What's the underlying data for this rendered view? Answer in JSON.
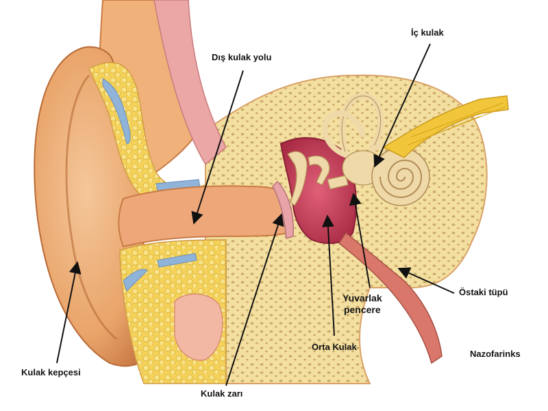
{
  "labels": {
    "dis_kulak_yolu": "Dış kulak yolu",
    "ic_kulak": "İç kulak",
    "ostaki_tupu": "Östaki tüpü",
    "nazofarinks": "Nazofarinks",
    "yuvarlak_pencere_line1": "Yuvarlak",
    "yuvarlak_pencere_line2": "pencere",
    "orta_kulak": "Orta Kulak",
    "kulak_zari": "Kulak zarı",
    "kulak_kepcesi": "Kulak kepçesi"
  },
  "colors": {
    "skin": "#e9a46a",
    "skin_light": "#f4c79a",
    "skin_dark": "#c97a44",
    "bone": "#f3dfa0",
    "bone_pore": "#c9a868",
    "fat": "#f5d35a",
    "cartilage": "#8fb3d9",
    "canal_pink": "#e8a3a8",
    "middle_ear": "#c83f57",
    "cochlea": "#f0d9a8",
    "nerve": "#f2c63a",
    "arrow": "#111111"
  }
}
